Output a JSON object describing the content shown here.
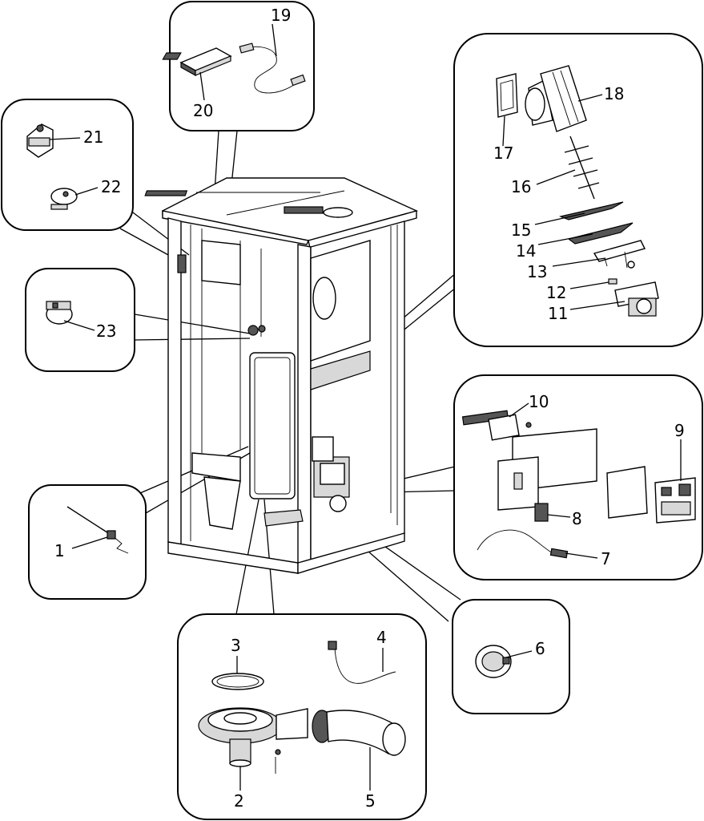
{
  "callouts": [
    {
      "id": "1",
      "label": "1"
    },
    {
      "id": "2",
      "label": "2"
    },
    {
      "id": "3",
      "label": "3"
    },
    {
      "id": "4",
      "label": "4"
    },
    {
      "id": "5",
      "label": "5"
    },
    {
      "id": "6",
      "label": "6"
    },
    {
      "id": "7",
      "label": "7"
    },
    {
      "id": "8",
      "label": "8"
    },
    {
      "id": "9",
      "label": "9"
    },
    {
      "id": "10",
      "label": "10"
    },
    {
      "id": "11",
      "label": "11"
    },
    {
      "id": "12",
      "label": "12"
    },
    {
      "id": "13",
      "label": "13"
    },
    {
      "id": "14",
      "label": "14"
    },
    {
      "id": "15",
      "label": "15"
    },
    {
      "id": "16",
      "label": "16"
    },
    {
      "id": "17",
      "label": "17"
    },
    {
      "id": "18",
      "label": "18"
    },
    {
      "id": "19",
      "label": "19"
    },
    {
      "id": "20",
      "label": "20"
    },
    {
      "id": "21",
      "label": "21"
    },
    {
      "id": "22",
      "label": "22"
    },
    {
      "id": "23",
      "label": "23"
    }
  ],
  "colors": {
    "line": "#000000",
    "background": "#ffffff",
    "shade": "#555555"
  }
}
